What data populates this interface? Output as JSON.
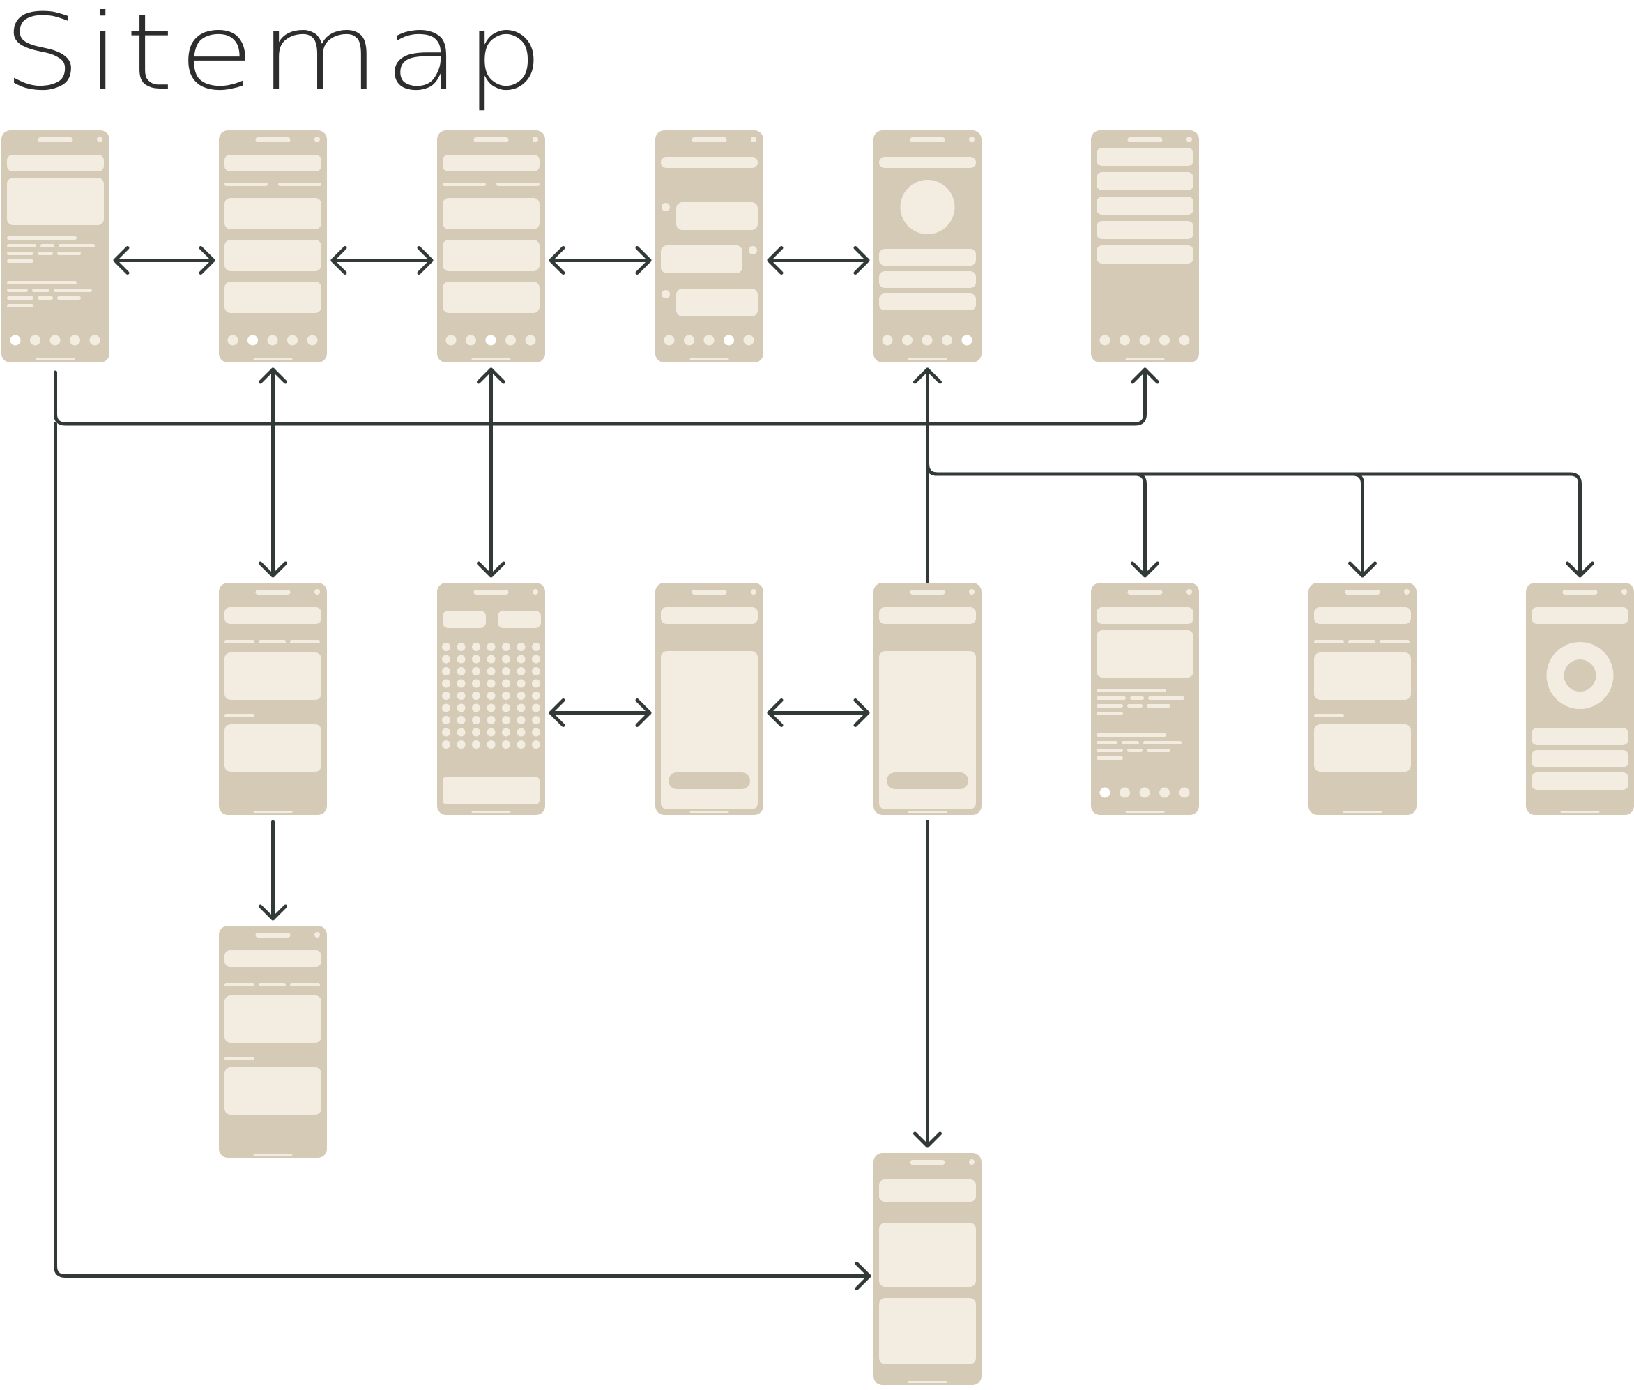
{
  "title": "Sitemap",
  "colors": {
    "phone": "#d5cab5",
    "block": "#f3ece1",
    "arrow": "#323a37",
    "active_dot": "#ffffff"
  },
  "screens": [
    {
      "id": "home",
      "kind": "home",
      "active_dot": 0
    },
    {
      "id": "tab-two",
      "kind": "tab-cards",
      "active_dot": 1
    },
    {
      "id": "tab-three",
      "kind": "tab-cards",
      "active_dot": 2
    },
    {
      "id": "chat",
      "kind": "chat",
      "active_dot": 3
    },
    {
      "id": "profile",
      "kind": "profile",
      "active_dot": 4
    },
    {
      "id": "menu",
      "kind": "menu",
      "active_dot": -1
    },
    {
      "id": "detail-a",
      "kind": "detail-list",
      "active_dot": -1
    },
    {
      "id": "calendar",
      "kind": "calendar",
      "active_dot": -1
    },
    {
      "id": "sheet",
      "kind": "sheet",
      "active_dot": -1
    },
    {
      "id": "sheet-two",
      "kind": "sheet",
      "active_dot": -1
    },
    {
      "id": "article",
      "kind": "article",
      "active_dot": 0
    },
    {
      "id": "detail-b",
      "kind": "detail-list",
      "active_dot": -1
    },
    {
      "id": "stats",
      "kind": "donut",
      "active_dot": -1
    },
    {
      "id": "detail-a-sub",
      "kind": "detail-list",
      "active_dot": -1
    },
    {
      "id": "final",
      "kind": "cards",
      "active_dot": -1
    }
  ],
  "connections": [
    {
      "from": "home",
      "to": "tab-two",
      "direction": "both"
    },
    {
      "from": "tab-two",
      "to": "tab-three",
      "direction": "both"
    },
    {
      "from": "tab-three",
      "to": "chat",
      "direction": "both"
    },
    {
      "from": "chat",
      "to": "profile",
      "direction": "both"
    },
    {
      "from": "home",
      "to": "menu",
      "direction": "forward"
    },
    {
      "from": "tab-two",
      "to": "detail-a",
      "direction": "both"
    },
    {
      "from": "tab-three",
      "to": "calendar",
      "direction": "both"
    },
    {
      "from": "sheet-two",
      "to": "profile",
      "direction": "forward"
    },
    {
      "from": "profile",
      "to": "article",
      "direction": "forward"
    },
    {
      "from": "profile",
      "to": "detail-b",
      "direction": "forward"
    },
    {
      "from": "profile",
      "to": "stats",
      "direction": "forward"
    },
    {
      "from": "calendar",
      "to": "sheet",
      "direction": "both"
    },
    {
      "from": "sheet",
      "to": "sheet-two",
      "direction": "both"
    },
    {
      "from": "detail-a",
      "to": "detail-a-sub",
      "direction": "forward"
    },
    {
      "from": "sheet-two",
      "to": "final",
      "direction": "forward"
    },
    {
      "from": "home",
      "to": "final",
      "direction": "forward"
    }
  ]
}
